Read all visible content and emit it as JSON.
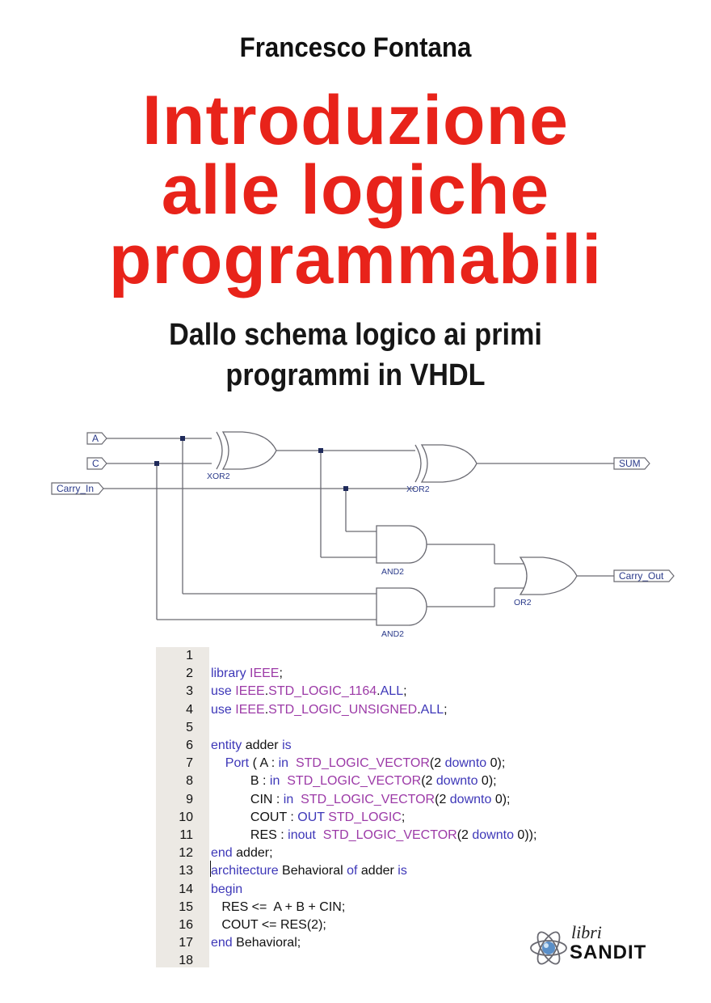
{
  "author": "Francesco Fontana",
  "title_lines": [
    "Introduzione",
    "alle logiche",
    "programmabili"
  ],
  "subtitle_lines": [
    "Dallo schema logico ai primi",
    "programmi in VHDL"
  ],
  "circuit": {
    "inputs": [
      "A",
      "C",
      "Carry_In"
    ],
    "outputs": [
      "SUM",
      "Carry_Out"
    ],
    "gate_labels": [
      "XOR2",
      "XOR2",
      "AND2",
      "AND2",
      "OR2"
    ]
  },
  "code": {
    "line_numbers": [
      "1",
      "2",
      "3",
      "4",
      "5",
      "6",
      "7",
      "8",
      "9",
      "10",
      "11",
      "12",
      "13",
      "14",
      "15",
      "16",
      "17",
      "18"
    ],
    "lines": [
      [],
      [
        {
          "t": "library ",
          "c": "kw"
        },
        {
          "t": "IEEE",
          "c": "ty"
        },
        {
          "t": ";",
          "c": ""
        }
      ],
      [
        {
          "t": "use ",
          "c": "kw"
        },
        {
          "t": "IEEE",
          "c": "ty"
        },
        {
          "t": ".",
          "c": ""
        },
        {
          "t": "STD_LOGIC_1164",
          "c": "ty"
        },
        {
          "t": ".",
          "c": ""
        },
        {
          "t": "ALL",
          "c": "kw"
        },
        {
          "t": ";",
          "c": ""
        }
      ],
      [
        {
          "t": "use ",
          "c": "kw"
        },
        {
          "t": "IEEE",
          "c": "ty"
        },
        {
          "t": ".",
          "c": ""
        },
        {
          "t": "STD_LOGIC_UNSIGNED",
          "c": "ty"
        },
        {
          "t": ".",
          "c": ""
        },
        {
          "t": "ALL",
          "c": "kw"
        },
        {
          "t": ";",
          "c": ""
        }
      ],
      [],
      [
        {
          "t": "entity ",
          "c": "kw"
        },
        {
          "t": "adder ",
          "c": ""
        },
        {
          "t": "is",
          "c": "kw"
        }
      ],
      [
        {
          "t": "    ",
          "c": ""
        },
        {
          "t": "Port",
          "c": "kw"
        },
        {
          "t": " ( A : ",
          "c": ""
        },
        {
          "t": "in",
          "c": "kw"
        },
        {
          "t": "  ",
          "c": ""
        },
        {
          "t": "STD_LOGIC_VECTOR",
          "c": "ty"
        },
        {
          "t": "(2 ",
          "c": ""
        },
        {
          "t": "downto",
          "c": "kw"
        },
        {
          "t": " 0);",
          "c": ""
        }
      ],
      [
        {
          "t": "           B : ",
          "c": ""
        },
        {
          "t": "in",
          "c": "kw"
        },
        {
          "t": "  ",
          "c": ""
        },
        {
          "t": "STD_LOGIC_VECTOR",
          "c": "ty"
        },
        {
          "t": "(2 ",
          "c": ""
        },
        {
          "t": "downto",
          "c": "kw"
        },
        {
          "t": " 0);",
          "c": ""
        }
      ],
      [
        {
          "t": "           CIN : ",
          "c": ""
        },
        {
          "t": "in",
          "c": "kw"
        },
        {
          "t": "  ",
          "c": ""
        },
        {
          "t": "STD_LOGIC_VECTOR",
          "c": "ty"
        },
        {
          "t": "(2 ",
          "c": ""
        },
        {
          "t": "downto",
          "c": "kw"
        },
        {
          "t": " 0);",
          "c": ""
        }
      ],
      [
        {
          "t": "           COUT : ",
          "c": ""
        },
        {
          "t": "OUT",
          "c": "kw"
        },
        {
          "t": " ",
          "c": ""
        },
        {
          "t": "STD_LOGIC",
          "c": "ty"
        },
        {
          "t": ";",
          "c": ""
        }
      ],
      [
        {
          "t": "           RES : ",
          "c": ""
        },
        {
          "t": "inout",
          "c": "kw"
        },
        {
          "t": "  ",
          "c": ""
        },
        {
          "t": "STD_LOGIC_VECTOR",
          "c": "ty"
        },
        {
          "t": "(2 ",
          "c": ""
        },
        {
          "t": "downto",
          "c": "kw"
        },
        {
          "t": " 0));",
          "c": ""
        }
      ],
      [
        {
          "t": "end ",
          "c": "kw"
        },
        {
          "t": "adder;",
          "c": ""
        }
      ],
      [
        {
          "t": "architecture ",
          "c": "kw"
        },
        {
          "t": "Behavioral ",
          "c": ""
        },
        {
          "t": "of ",
          "c": "kw"
        },
        {
          "t": "adder ",
          "c": ""
        },
        {
          "t": "is",
          "c": "kw"
        }
      ],
      [
        {
          "t": "begin",
          "c": "kw"
        }
      ],
      [
        {
          "t": "   RES <=  A + B + CIN;",
          "c": ""
        }
      ],
      [
        {
          "t": "   COUT <= RES(2);",
          "c": ""
        }
      ],
      [
        {
          "t": "end ",
          "c": "kw"
        },
        {
          "t": "Behavioral;",
          "c": ""
        }
      ],
      []
    ]
  },
  "publisher": {
    "libri": "libri",
    "name": "SANDIT"
  },
  "colors": {
    "title_red": "#e8231a",
    "keyword_blue": "#3d37b8",
    "type_purple": "#9c3aa7",
    "wire_navy": "#1f2a5a"
  }
}
